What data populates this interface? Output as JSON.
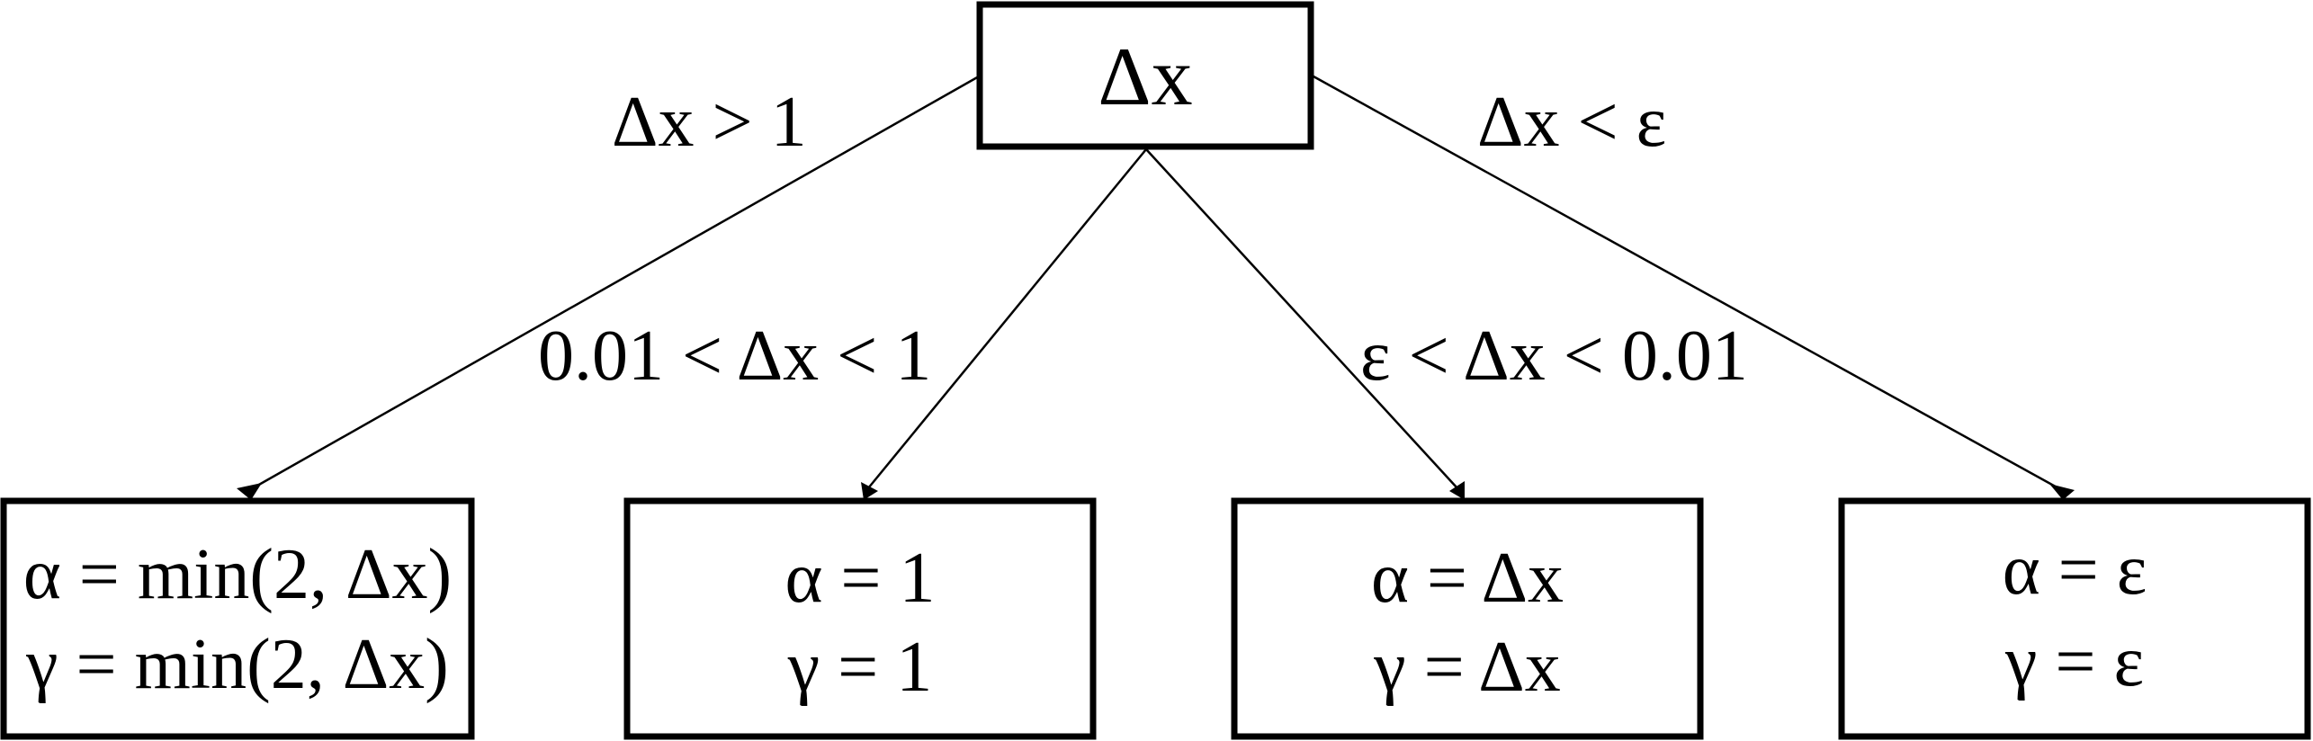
{
  "root": {
    "label": "Δx"
  },
  "edges": [
    {
      "condition": "Δx > 1"
    },
    {
      "condition": "0.01 < Δx < 1"
    },
    {
      "condition": "ε < Δx < 0.01"
    },
    {
      "condition": "Δx < ε"
    }
  ],
  "leaves": [
    {
      "alpha": "α = min(2, Δx)",
      "gamma": "γ = min(2, Δx)"
    },
    {
      "alpha": "α = 1",
      "gamma": "γ = 1"
    },
    {
      "alpha": "α = Δx",
      "gamma": "γ = Δx"
    },
    {
      "alpha": "α = ε",
      "gamma": "γ = ε"
    }
  ]
}
